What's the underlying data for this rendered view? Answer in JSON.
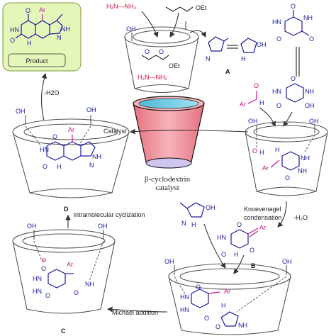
{
  "diagram": {
    "labels": {
      "product": "Product",
      "catalyst_arrow": "Catalyst",
      "catalyst_name_line1": "β-cyclodextrin",
      "catalyst_name_line2": "catalyst",
      "minus_h2o_top": "-H2O",
      "minus_h2o_right": "-H₂O",
      "knoevenagel_line1": "Knoevenagel",
      "knoevenagel_line2": "condensation",
      "intramolecular": "intramolecular cyclization",
      "michael": "Michael addition",
      "A": "A",
      "B": "B",
      "C": "C",
      "D": "D"
    },
    "chem": {
      "hydrazine_top": "H₂N—NH₂",
      "hydrazine_cup": "H₂N—NH₂",
      "oet_top": "OEt",
      "oet_cup": "OEt",
      "oh": "OH",
      "h": "H",
      "o": "O",
      "hn": "HN",
      "nh": "NH",
      "n": "N",
      "ar": "Ar",
      "h_n": "H",
      "ominus": "⊖"
    }
  },
  "colors": {
    "chem_blue": "#1a1aa0",
    "red": "#d0103a",
    "magenta": "#c2188f",
    "product_box": "#e4f7b9",
    "catalyst_body": "#f2a0a8",
    "catalyst_top": "#7fd3ea"
  }
}
